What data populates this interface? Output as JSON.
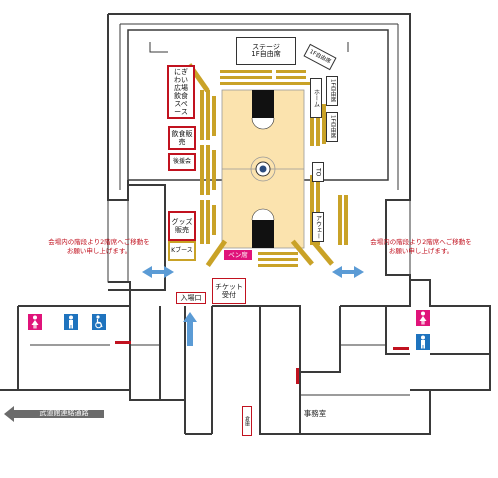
{
  "colors": {
    "wall": "#3a3a3a",
    "court": "#fbe3ae",
    "seat": "#c9a227",
    "red": "#c1121f",
    "arrow": "#5b9bd5",
    "pink": "#e0137a",
    "women": "#e0137a",
    "men": "#1e73be"
  },
  "labels": {
    "stage": "ステージ",
    "stage_seat": "1F自由席",
    "free_seat_angled": "1F自由席",
    "eating_space": "にぎわい広場飲食スペース",
    "food_sales": "飲食販売",
    "support_club": "後援会",
    "goods_sales": "グッズ販売",
    "kids_booth": "Kブース",
    "home": "ホーム",
    "free_seat_right_1": "1F自由席",
    "free_seat_right_2": "1F自由席",
    "to": "TO",
    "away": "アウェー",
    "pen_seat": "ペン席",
    "ticket": "チケット受付",
    "entrance": "入場口",
    "office": "事務室",
    "bottom_room": "倉庫",
    "walkway": "武道館連絡通路"
  },
  "notes": {
    "left": [
      "会場内の階段より2階席へご移動を",
      "お願い申し上げます。"
    ],
    "right": [
      "会場内の階段より2階席へご移動を",
      "お願い申し上げます。"
    ]
  },
  "icons": [
    "women-restroom-icon",
    "men-restroom-icon",
    "accessible-restroom-icon",
    "arrow-both-icon",
    "arrow-up-icon",
    "arrow-left-icon"
  ]
}
